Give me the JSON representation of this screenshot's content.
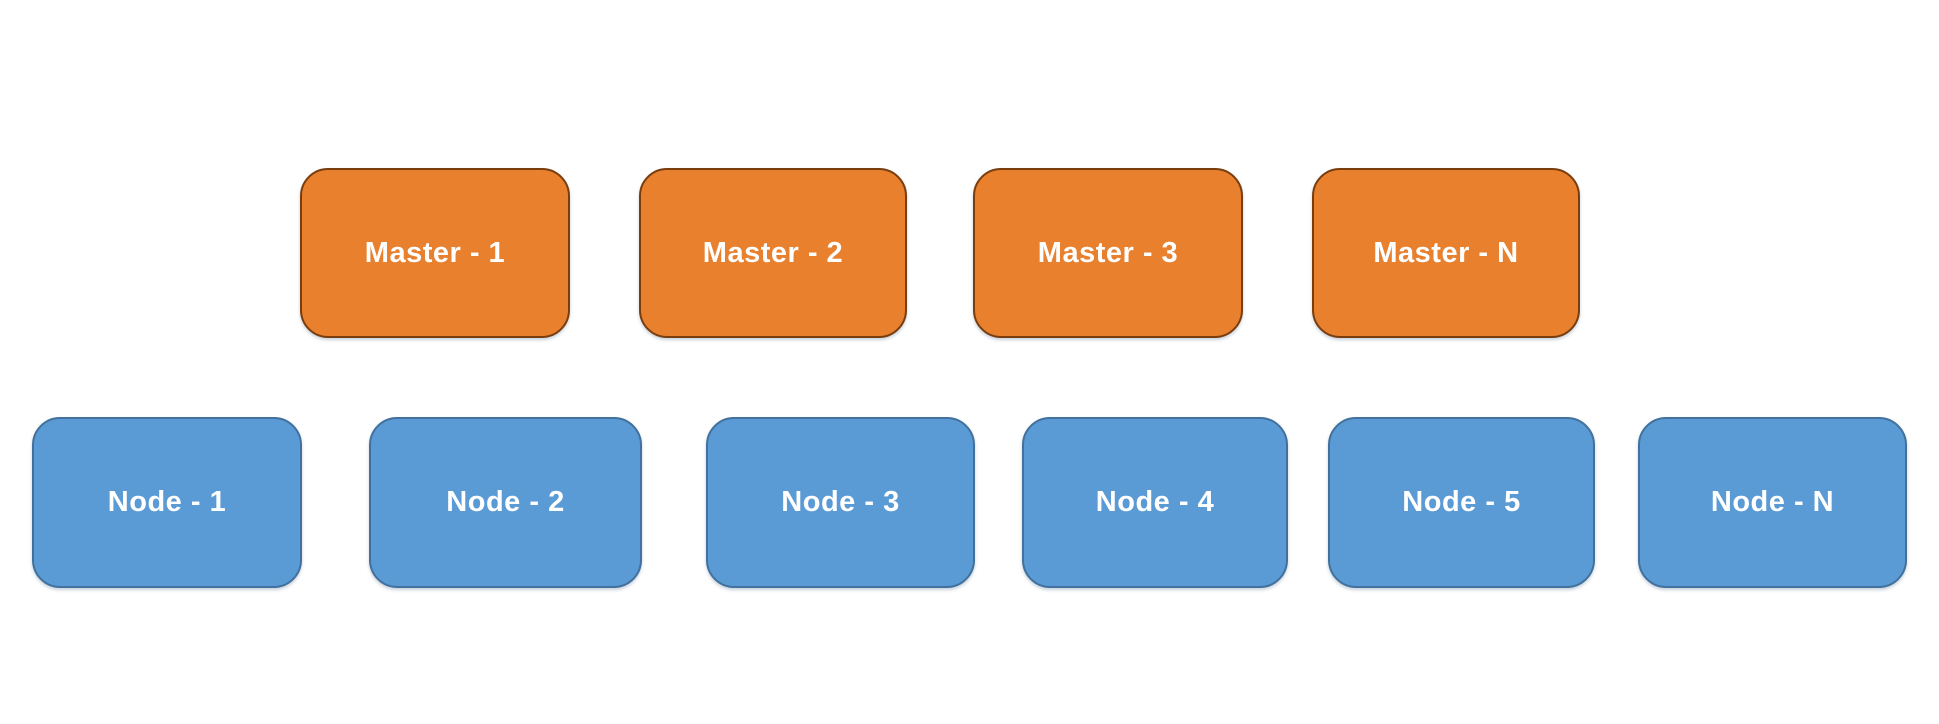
{
  "diagram": {
    "masters": [
      {
        "label": "Master - 1"
      },
      {
        "label": "Master - 2"
      },
      {
        "label": "Master - 3"
      },
      {
        "label": "Master - N"
      }
    ],
    "nodes": [
      {
        "label": "Node - 1"
      },
      {
        "label": "Node - 2"
      },
      {
        "label": "Node - 3"
      },
      {
        "label": "Node - 4"
      },
      {
        "label": "Node - 5"
      },
      {
        "label": "Node - N"
      }
    ],
    "colors": {
      "master_fill": "#E8802E",
      "master_border": "#7A3E0E",
      "node_fill": "#5B9BD5",
      "node_border": "#41719C",
      "label_text": "#FFFFFF",
      "background": "#FFFFFF"
    }
  }
}
